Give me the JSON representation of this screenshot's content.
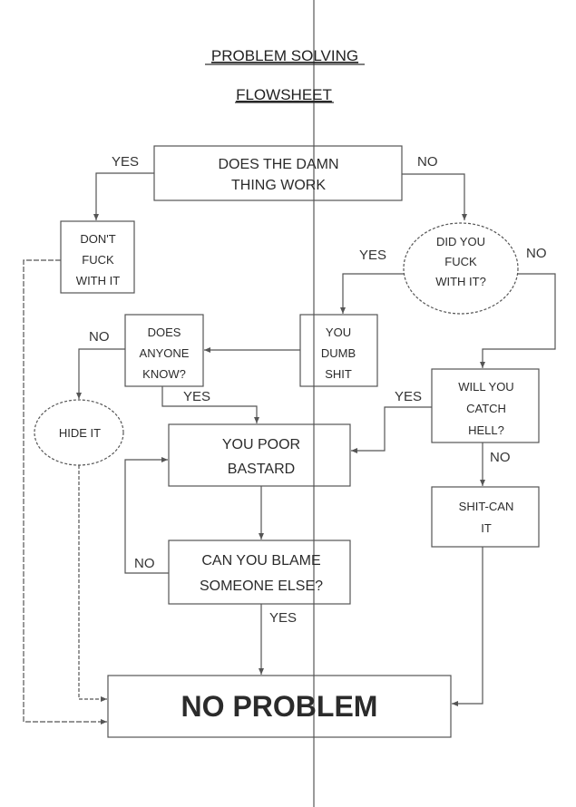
{
  "title": {
    "line1": "PROBLEM SOLVING",
    "line2": "FLOWSHEET"
  },
  "nodes": {
    "does_work": {
      "lines": [
        "DOES THE DAMN",
        "THING WORK"
      ],
      "shape": "rectangle"
    },
    "dont_fuck": {
      "lines": [
        "DON'T",
        "FUCK",
        "WITH IT"
      ],
      "shape": "rectangle"
    },
    "did_you_fuck": {
      "lines": [
        "DID YOU",
        "FUCK",
        "WITH IT?"
      ],
      "shape": "ellipse"
    },
    "you_dumb_shit": {
      "lines": [
        "YOU",
        "DUMB",
        "SHIT"
      ],
      "shape": "rectangle"
    },
    "anyone_know": {
      "lines": [
        "DOES",
        "ANYONE",
        "KNOW?"
      ],
      "shape": "rectangle"
    },
    "hide_it": {
      "lines": [
        "HIDE IT"
      ],
      "shape": "ellipse"
    },
    "poor_bastard": {
      "lines": [
        "YOU POOR",
        "BASTARD"
      ],
      "shape": "rectangle"
    },
    "catch_hell": {
      "lines": [
        "WILL YOU",
        "CATCH",
        "HELL?"
      ],
      "shape": "rectangle"
    },
    "shit_can": {
      "lines": [
        "SHIT-CAN",
        "IT"
      ],
      "shape": "rectangle"
    },
    "blame_else": {
      "lines": [
        "CAN YOU BLAME",
        "SOMEONE ELSE?"
      ],
      "shape": "rectangle"
    },
    "no_problem": {
      "lines": [
        "NO PROBLEM"
      ],
      "shape": "rectangle"
    }
  },
  "edge_labels": {
    "work_yes": "YES",
    "work_no": "NO",
    "fuck_yes": "YES",
    "fuck_no": "NO",
    "know_no": "NO",
    "know_yes": "YES",
    "hell_yes": "YES",
    "hell_no": "NO",
    "blame_no": "NO",
    "blame_yes": "YES"
  },
  "edges": [
    {
      "from": "does_work",
      "to": "dont_fuck",
      "label": "YES"
    },
    {
      "from": "does_work",
      "to": "did_you_fuck",
      "label": "NO"
    },
    {
      "from": "dont_fuck",
      "to": "no_problem"
    },
    {
      "from": "did_you_fuck",
      "to": "you_dumb_shit",
      "label": "YES"
    },
    {
      "from": "did_you_fuck",
      "to": "catch_hell",
      "label": "NO"
    },
    {
      "from": "you_dumb_shit",
      "to": "anyone_know"
    },
    {
      "from": "anyone_know",
      "to": "hide_it",
      "label": "NO"
    },
    {
      "from": "anyone_know",
      "to": "poor_bastard",
      "label": "YES"
    },
    {
      "from": "hide_it",
      "to": "no_problem"
    },
    {
      "from": "catch_hell",
      "to": "poor_bastard",
      "label": "YES"
    },
    {
      "from": "catch_hell",
      "to": "shit_can",
      "label": "NO"
    },
    {
      "from": "shit_can",
      "to": "no_problem"
    },
    {
      "from": "poor_bastard",
      "to": "blame_else"
    },
    {
      "from": "blame_else",
      "to": "poor_bastard",
      "label": "NO"
    },
    {
      "from": "blame_else",
      "to": "no_problem",
      "label": "YES"
    }
  ]
}
